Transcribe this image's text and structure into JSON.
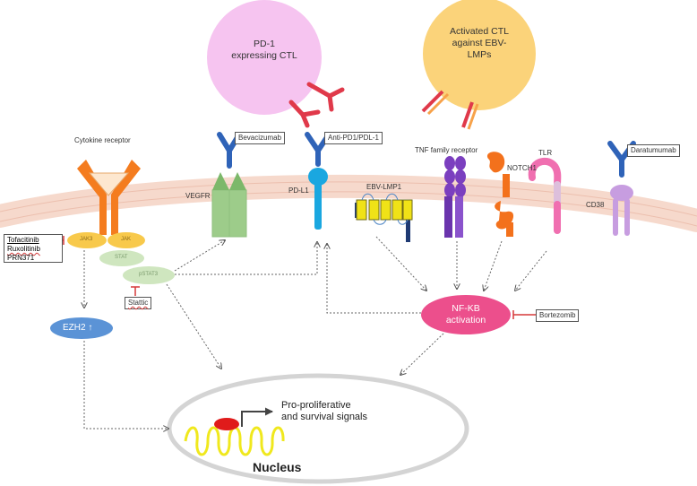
{
  "colors": {
    "membrane": "#f6dcd0",
    "cytokine_receptor": "#f47c1f",
    "antibody_blue": "#2f63b8",
    "pd1_ctl": "#f6c4f0",
    "activated_ctl": "#fbd37a",
    "red_receptor": "#e0394a",
    "vegfr_green": "#9dcc8a",
    "pdl1_cyan": "#1aa7e0",
    "ebv_lmp1_yellow": "#f0e217",
    "tnf_purple": "#7b3fbf",
    "notch_orange": "#f3711c",
    "tlr_pink": "#f06fb0",
    "cd38_lavender": "#c79de0",
    "nfkb": "#ec4f8c",
    "ezh2": "#5b93d6",
    "jak_yellow": "#f8c94b",
    "stat_green": "#cfe6bf",
    "inhibitor_red": "#d63838",
    "dna_yellow": "#f0e81d",
    "nucleus_outline": "#d4d4d4"
  },
  "cells": {
    "pd1_ctl": {
      "label": "PD-1\nexpressing CTL"
    },
    "activated_ctl": {
      "label": "Activated CTL\nagainst EBV-\nLMPs"
    }
  },
  "receptors": {
    "cytokine": "Cytokine receptor",
    "vegfr": "VEGFR",
    "pdl1": "PD-L1",
    "ebv_lmp1": "EBV-LMP1",
    "tnf": "TNF family receptor",
    "notch1": "NOTCH1",
    "tlr": "TLR",
    "cd38": "CD38"
  },
  "signaling": {
    "jak_left": "JAK3",
    "jak_right": "JAK",
    "stat": "STAT",
    "pstat3": "pSTAT3",
    "ezh2": "EZH2",
    "ezh2_arrow": "↑",
    "nfkb_line1": "NF-KB",
    "nfkb_line2": "activation"
  },
  "drugs": {
    "bevacizumab": "Bevacizumab",
    "anti_pd1": "Anti-PD1/PDL-1",
    "daratumumab": "Daratumumab",
    "stattic": "Stattic",
    "bortezomib": "Bortezomib",
    "jak_inhibitors": [
      "Tofacitinib",
      "Ruxolitinib",
      "PRN371"
    ]
  },
  "nucleus": {
    "signals_line1": "Pro-proliferative",
    "signals_line2": "and survival signals",
    "label": "Nucleus"
  }
}
